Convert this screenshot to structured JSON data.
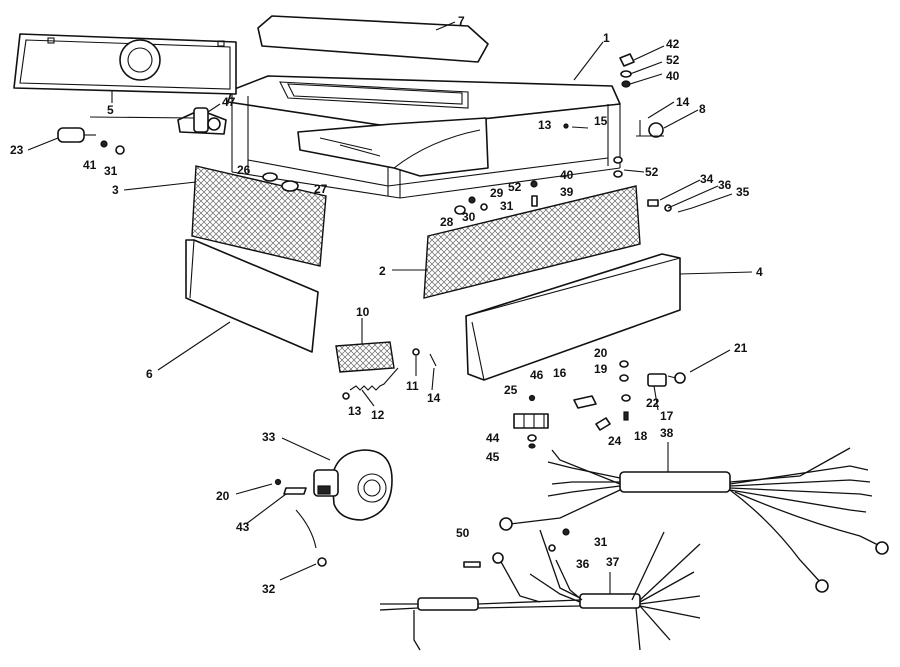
{
  "callouts": {
    "n1": "1",
    "n2": "2",
    "n3": "3",
    "n4": "4",
    "n5": "5",
    "n6": "6",
    "n7": "7",
    "n8": "8",
    "n10": "10",
    "n11": "11",
    "n12": "12",
    "n13a": "13",
    "n13b": "13",
    "n14a": "14",
    "n14b": "14",
    "n15": "15",
    "n16": "16",
    "n17": "17",
    "n18": "18",
    "n19": "19",
    "n20a": "20",
    "n20b": "20",
    "n21": "21",
    "n22": "22",
    "n23": "23",
    "n24": "24",
    "n25": "25",
    "n26": "26",
    "n27": "27",
    "n28": "28",
    "n29": "29",
    "n30": "30",
    "n31a": "31",
    "n31b": "31",
    "n31c": "31",
    "n32": "32",
    "n33": "33",
    "n34": "34",
    "n35": "35",
    "n36a": "36",
    "n36b": "36",
    "n37": "37",
    "n38": "38",
    "n39": "39",
    "n40a": "40",
    "n40b": "40",
    "n41": "41",
    "n42": "42",
    "n43": "43",
    "n44": "44",
    "n45": "45",
    "n46": "46",
    "n47": "47",
    "n50": "50",
    "n52a": "52",
    "n52b": "52",
    "n52c": "52"
  }
}
